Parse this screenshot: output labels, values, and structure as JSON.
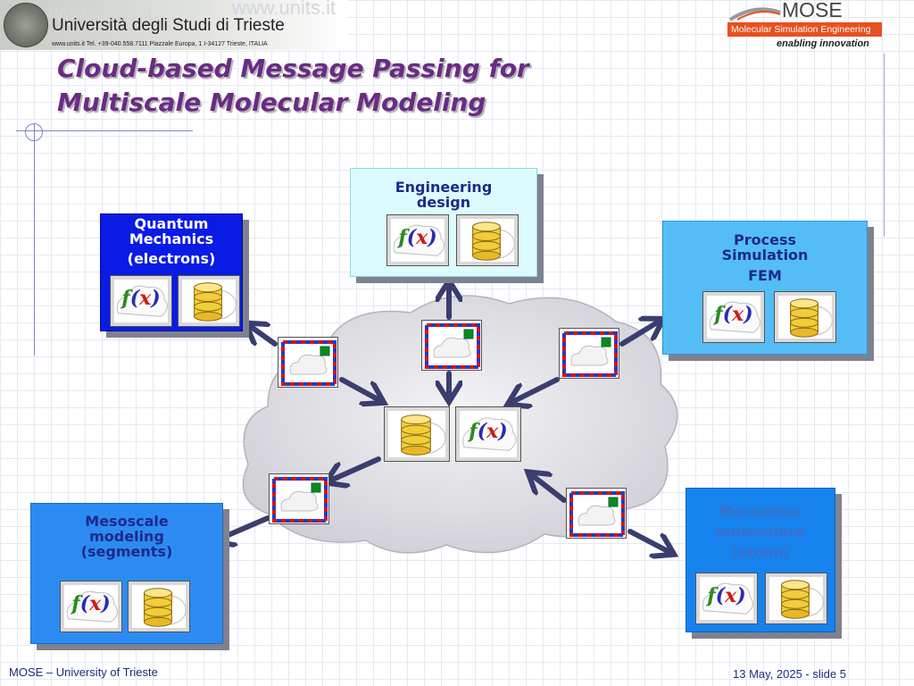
{
  "header": {
    "university_name": "Università degli Studi di Trieste",
    "university_contact": "www.units.it  Tel. +39-040.558.7111  Piazzale Europa, 1  I-34127 Trieste, ITALIA",
    "watermark": "www.units.it",
    "mose_word": "MOSE",
    "mose_subtitle": "Molecular Simulation Engineering",
    "mose_tagline": "enabling innovation",
    "brand_color": "#e8501f"
  },
  "title": {
    "line1": "Cloud-based Message Passing for",
    "line2": "Multiscale Molecular Modeling",
    "color": "#6a2b84"
  },
  "boxes": {
    "engineering": {
      "line1": "Engineering",
      "line2": "design",
      "color": "#dcfbff",
      "text_color": "#1c2a8a"
    },
    "quantum": {
      "line1": "Quantum",
      "line2": "Mechanics",
      "line3": "(electrons)",
      "color": "#0a1be6",
      "text_color": "#ffffff"
    },
    "process": {
      "line1": "Process",
      "line2": "Simulation",
      "line3": "FEM",
      "color": "#55bdf6",
      "text_color": "#1c2a8a"
    },
    "mesoscale": {
      "line1": "Mesoscale",
      "line2": "modeling",
      "line3": "(segments)",
      "color": "#2c8bf2",
      "text_color": "#1c2a8a"
    },
    "meccanica": {
      "line1": "Meccanica",
      "line2": "molecolare",
      "line3": "(atomi)",
      "color": "#1582ee",
      "text_color": "#3b70c8"
    }
  },
  "icons": {
    "function_symbol": {
      "f": "f",
      "open": "(",
      "x": "x",
      "close": ")"
    },
    "database": "database-icon",
    "function": "function-cloud-icon",
    "message": "envelope-icon"
  },
  "footer": {
    "left": "MOSE – University of Trieste",
    "right": "13 May, 2025 - slide 5"
  }
}
